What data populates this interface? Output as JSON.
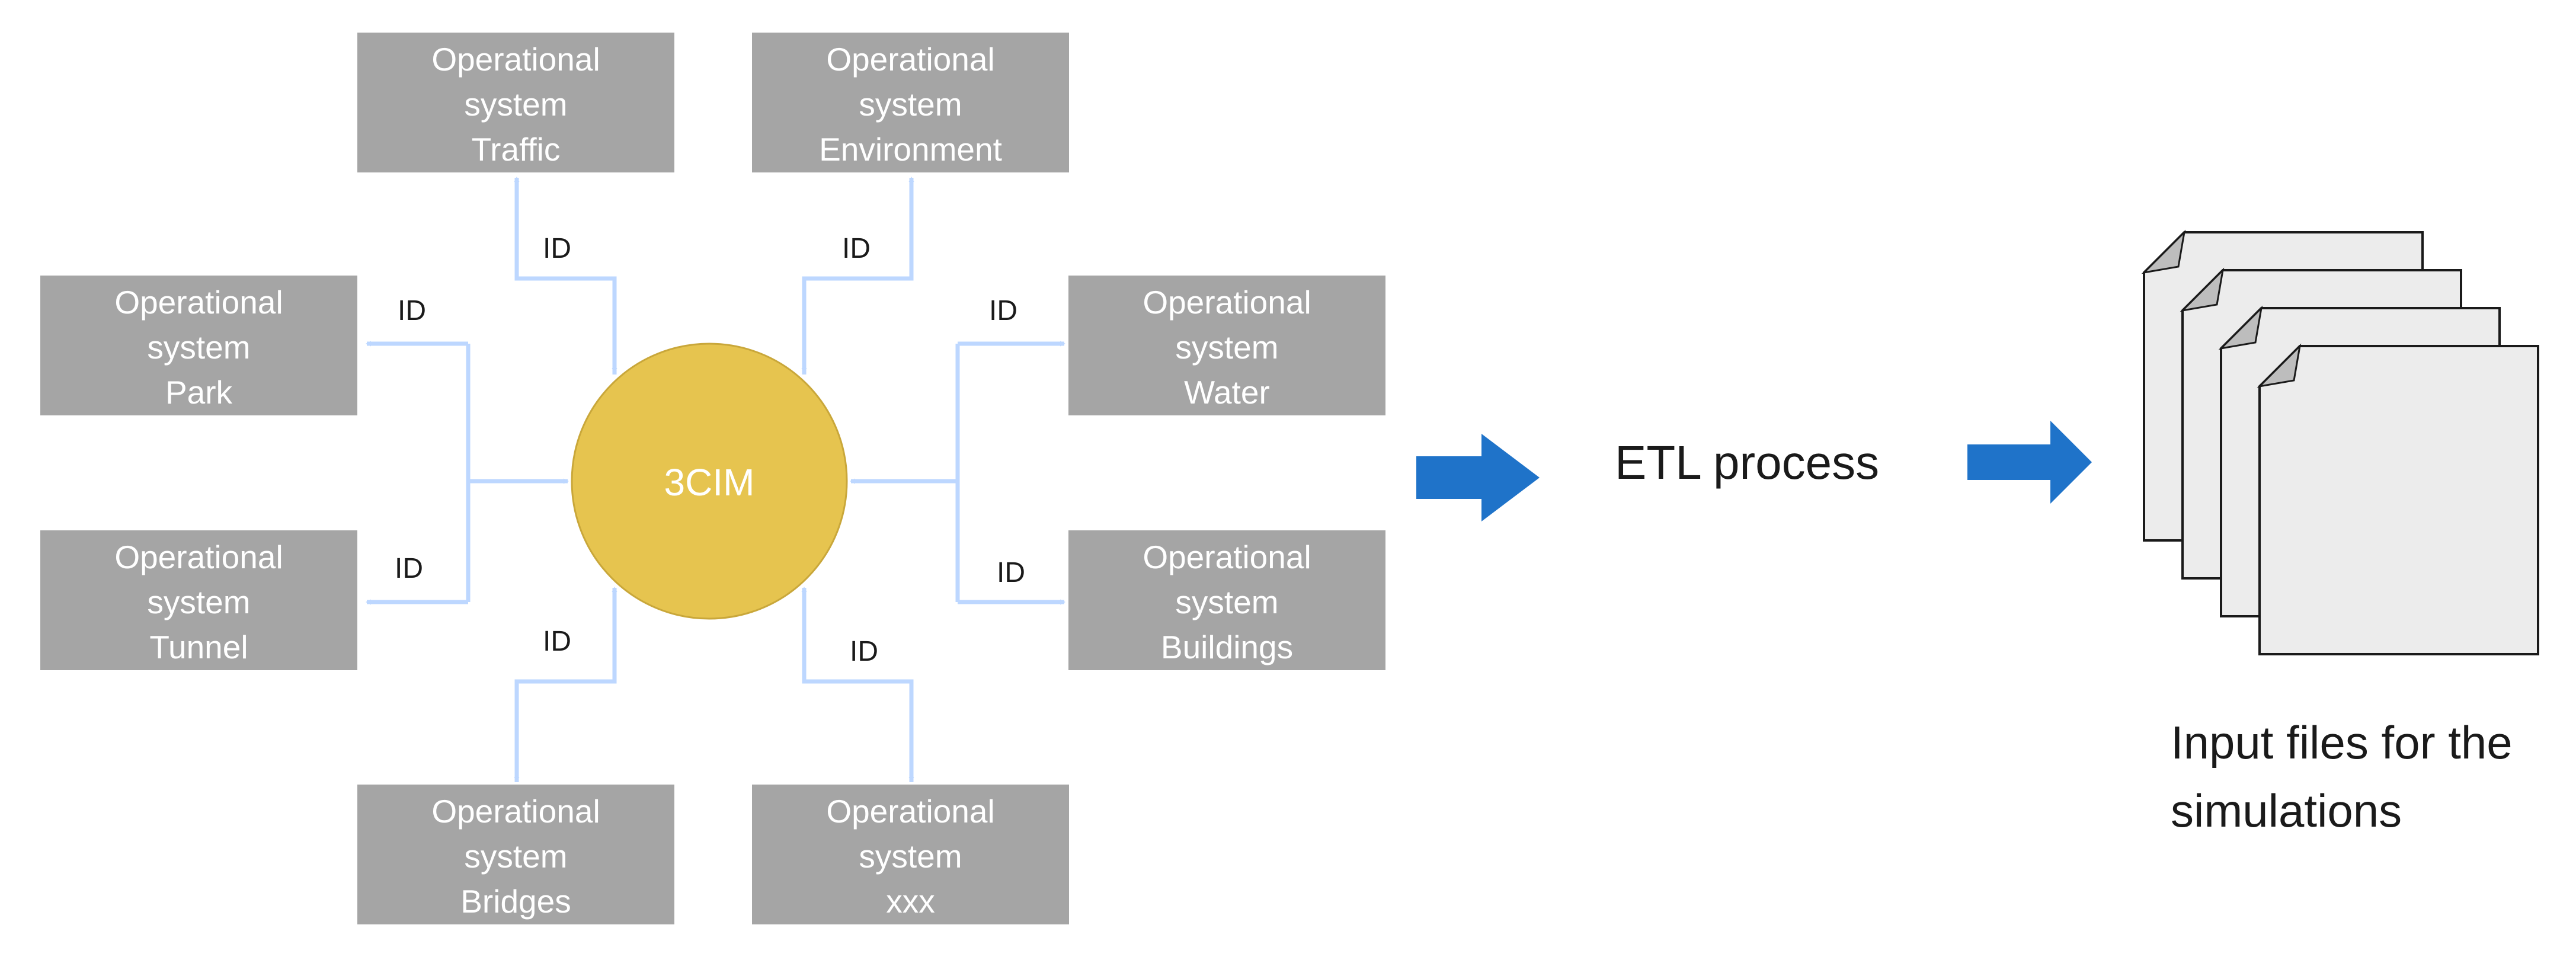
{
  "center": {
    "label": "3CIM"
  },
  "systems": [
    {
      "line1": "Operational",
      "line2": "system",
      "line3": "Traffic"
    },
    {
      "line1": "Operational",
      "line2": "system",
      "line3": "Environment"
    },
    {
      "line1": "Operational",
      "line2": "system",
      "line3": "Park"
    },
    {
      "line1": "Operational",
      "line2": "system",
      "line3": "Water"
    },
    {
      "line1": "Operational",
      "line2": "system",
      "line3": "Tunnel"
    },
    {
      "line1": "Operational",
      "line2": "system",
      "line3": "Buildings"
    },
    {
      "line1": "Operational",
      "line2": "system",
      "line3": "Bridges"
    },
    {
      "line1": "Operational",
      "line2": "system",
      "line3": "xxx"
    }
  ],
  "connector_label": "ID",
  "process": {
    "label": "ETL process"
  },
  "output": {
    "line1": "Input files for the",
    "line2": "simulations"
  },
  "colors": {
    "box": "#a5a5a5",
    "box_text": "#ffffff",
    "circle": "#e6c44f",
    "circle_stroke": "#c9a73a",
    "connector": "#bdd7ff",
    "arrow": "#1f73c9",
    "page_fill": "#ececec",
    "page_stroke": "#1a1a1a",
    "label_text": "#1a1a1a"
  }
}
